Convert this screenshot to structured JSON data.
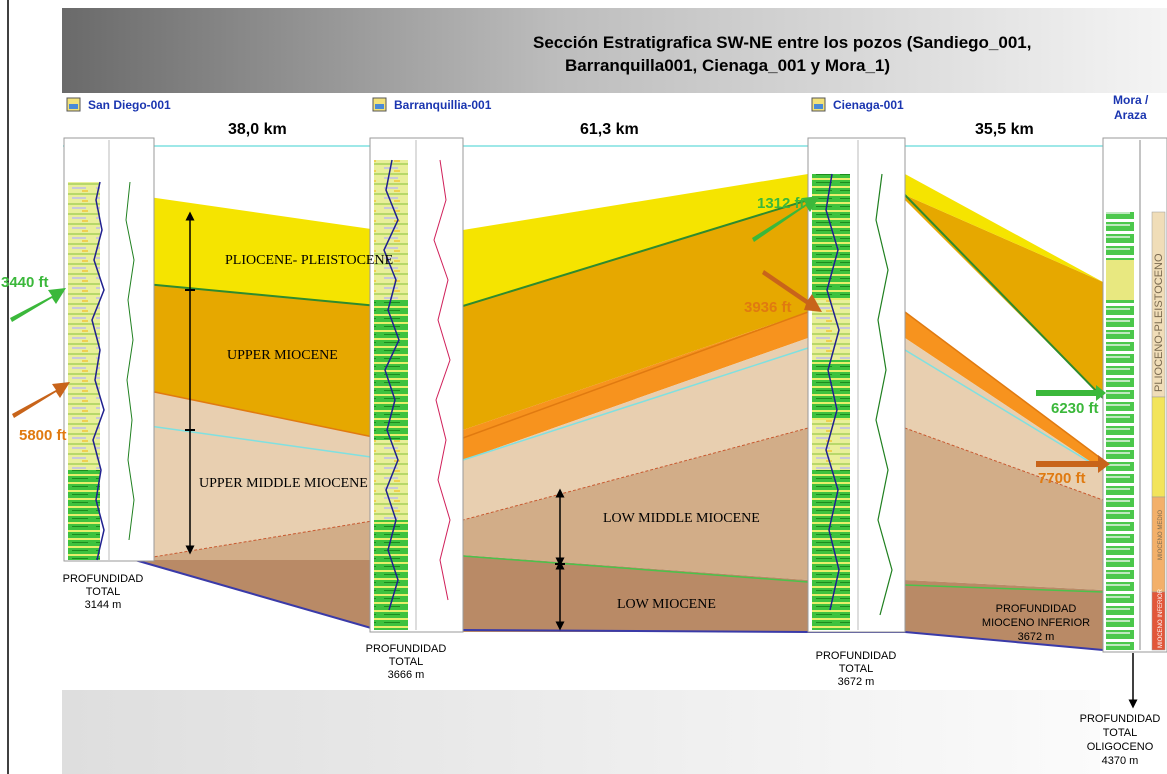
{
  "title": {
    "line1": "Sección Estratigrafica SW-NE entre los pozos (Sandiego_001,",
    "line2": "Barranquilla001, Cienaga_001 y Mora_1)"
  },
  "wells": [
    {
      "name": "San Diego-001",
      "icon": "well-log-icon"
    },
    {
      "name": "Barranquillia-001",
      "icon": "well-log-icon"
    },
    {
      "name": "Cienaga-001",
      "icon": "well-log-icon"
    },
    {
      "name_line1": "Mora /",
      "name_line2": "Araza"
    }
  ],
  "distances": [
    "38,0 km",
    "61,3 km",
    "35,5 km"
  ],
  "units": [
    {
      "name": "PLIOCENE- PLEISTOCENE",
      "color": "#f5e400"
    },
    {
      "name": "UPPER MIOCENE",
      "color": "#e6a800"
    },
    {
      "name": "UPPER MIDDLE MIOCENE",
      "color": "#e8cfb0"
    },
    {
      "name": "LOW MIDDLE MIOCENE",
      "color": "#d2ad88"
    },
    {
      "name": "LOW MIOCENE",
      "color": "#b98a66"
    }
  ],
  "depth_markers": [
    {
      "label": "3440 ft",
      "color": "#3bb83b"
    },
    {
      "label": "5800 ft",
      "color": "#e07a10"
    },
    {
      "label": "1312 ft",
      "color": "#3bb83b"
    },
    {
      "label": "3936 ft",
      "color": "#e07a10"
    },
    {
      "label": "6230 ft",
      "color": "#3bb83b"
    },
    {
      "label": "7700 ft",
      "color": "#e07a10"
    }
  ],
  "total_depths": [
    {
      "line1": "PROFUNDIDAD",
      "line2": "TOTAL",
      "line3": "3144 m"
    },
    {
      "line1": "PROFUNDIDAD",
      "line2": "TOTAL",
      "line3": "3666 m"
    },
    {
      "line1": "PROFUNDIDAD",
      "line2": "TOTAL",
      "line3": "3672 m"
    },
    {
      "line1": "PROFUNDIDAD",
      "line2": "MIOCENO INFERIOR",
      "line3": "3672 m"
    },
    {
      "line1": "PROFUNDIDAD",
      "line2": "TOTAL",
      "line3": "OLIGOCENO",
      "line4": "4370 m"
    }
  ],
  "mora_column_labels": [
    "PLIOCENO-PLEISTOCENO",
    "MIOCENO MEDIO",
    "MIOCENO INFERIOR"
  ]
}
